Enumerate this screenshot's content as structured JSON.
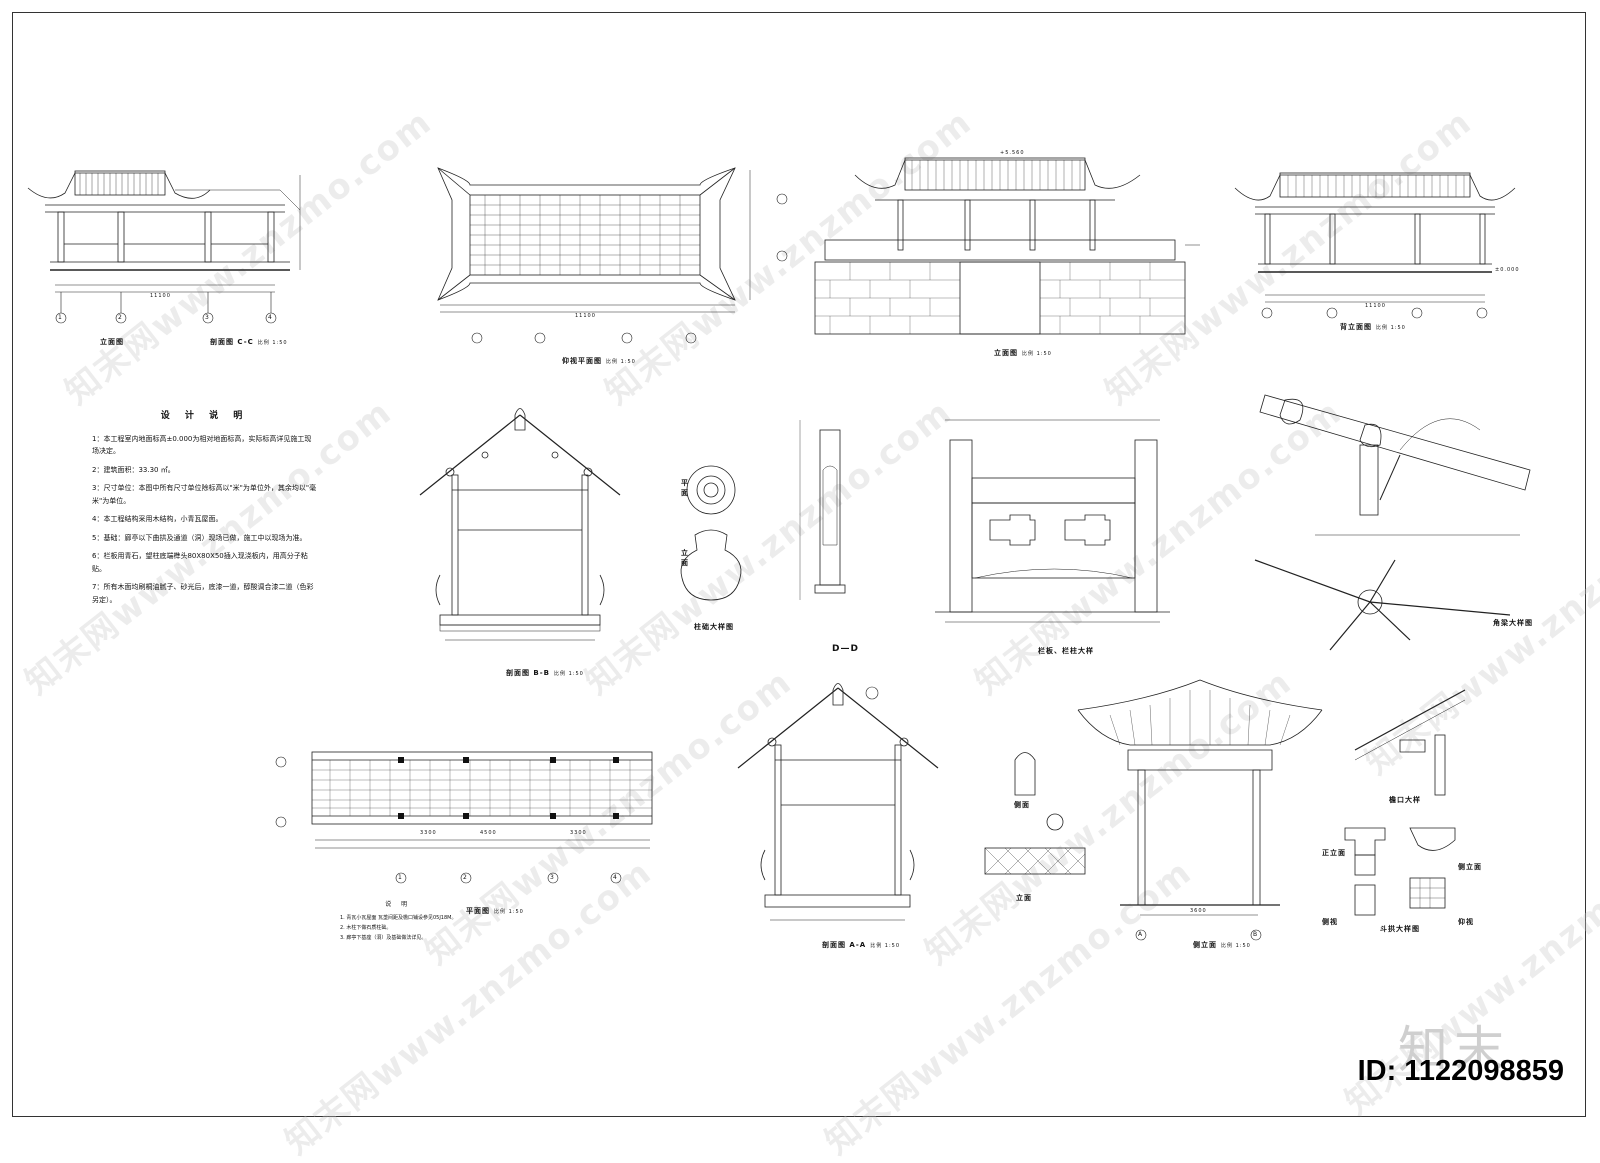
{
  "labels": {
    "elevation_1": "立面图",
    "section_cc": "剖面图 C-C",
    "ceiling_plan": "仰视平面图",
    "elevation_2": "立面图",
    "back_elevation": "背立面图",
    "section_bb": "剖面图 B-B",
    "column_base": "柱础大样图",
    "dd": "D—D",
    "railing": "栏板、栏柱大样",
    "corner_beam": "角梁大样图",
    "plan": "平面图",
    "section_aa": "剖面图 A-A",
    "side_view": "侧面",
    "side_elevation": "侧立面",
    "elev_small": "立面",
    "eave_detail": "檐口大样",
    "bracket_detail": "斗拱大样图",
    "scale": "比例 1:50",
    "plan_label": "平面",
    "elev_label": "立面",
    "front_label": "正立面",
    "side_label": "侧立面",
    "side_small": "侧视",
    "bottom_view": "仰视"
  },
  "notes": {
    "title": "设 计 说 明",
    "items": [
      "1：本工程室内地面标高±0.000为相对地面标高，实际标高详见施工现场决定。",
      "2：建筑面积：33.30 ㎡。",
      "3：尺寸单位：本图中所有尺寸单位除标高以\"米\"为单位外，其余均以\"毫米\"为单位。",
      "4：本工程结构采用木结构，小青瓦屋面。",
      "5：基础：廊亭以下曲拱及通道（洞）现场已做，施工中以现场为准。",
      "6：栏板用青石，望柱底端榫头80X80X50插入现浇板内，用高分子粘贴。",
      "7：所有木面均刷桐油腻子、砂光后，底漆一道，醇酸调合漆二道（色彩另定）。"
    ]
  },
  "legend": {
    "title": "说 明",
    "items": [
      "1. 青瓦小瓦屋面 瓦垄间距及檐口铺设参见05J18M。",
      "2. 木柱下做石质柱础。",
      "3. 廊亭下基座（洞）及基础做法详见。"
    ]
  },
  "dims": {
    "plan_span": "11100",
    "bay_side": "3300",
    "bay_mid": "4500",
    "depth": "3600",
    "elev_top": "+5.560",
    "elev_zero": "±0.000"
  },
  "axes": [
    "1",
    "2",
    "3",
    "4"
  ],
  "axes_ab": [
    "A",
    "B"
  ],
  "brand": "知末",
  "id_text": "ID: 1122098859",
  "watermark": "知末网www.znzmo.com"
}
